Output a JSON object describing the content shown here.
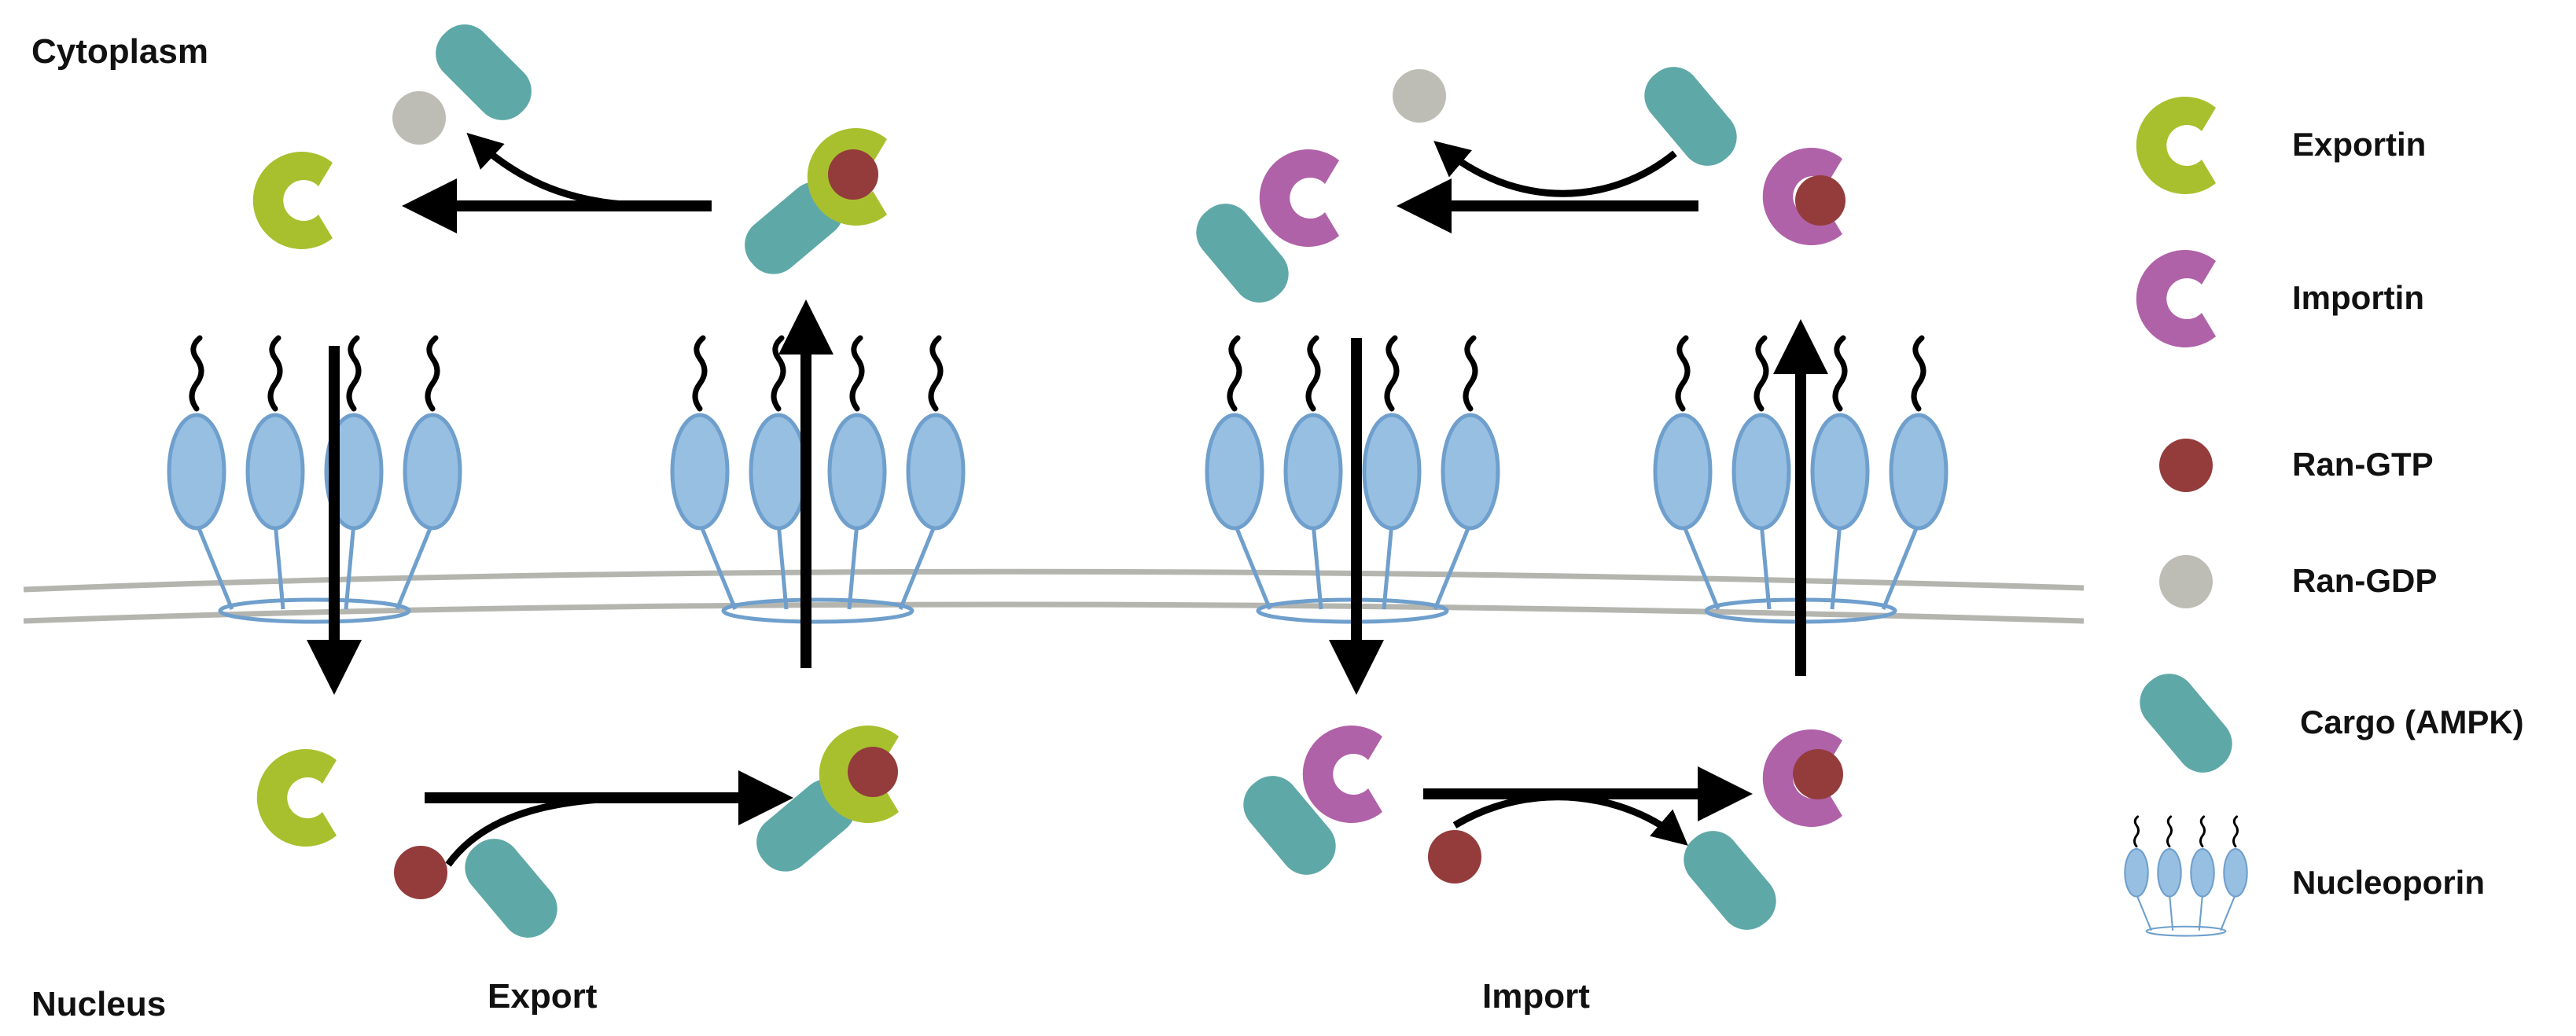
{
  "labels": {
    "cytoplasm": "Cytoplasm",
    "nucleus": "Nucleus",
    "export": "Export",
    "import": "Import"
  },
  "legend": [
    {
      "label": "Exportin",
      "icon": "exportin-icon"
    },
    {
      "label": "Importin",
      "icon": "importin-icon"
    },
    {
      "label": "Ran-GTP",
      "icon": "ran-gtp-icon"
    },
    {
      "label": "Ran-GDP",
      "icon": "ran-gdp-icon"
    },
    {
      "label": "Cargo (AMPK)",
      "icon": "cargo-icon"
    },
    {
      "label": "Nucleoporin",
      "icon": "nucleoporin-icon"
    }
  ],
  "colors": {
    "exportin": "#a9c02e",
    "importin": "#b062a8",
    "ran_gtp": "#943c3c",
    "ran_gdp": "#bebdb5",
    "cargo": "#5fa8a8",
    "nucleoporin": "#97bfe2",
    "nucleoporin_stroke": "#6f9fcc",
    "membrane": "#b5b5b0",
    "arrow": "#000000"
  }
}
